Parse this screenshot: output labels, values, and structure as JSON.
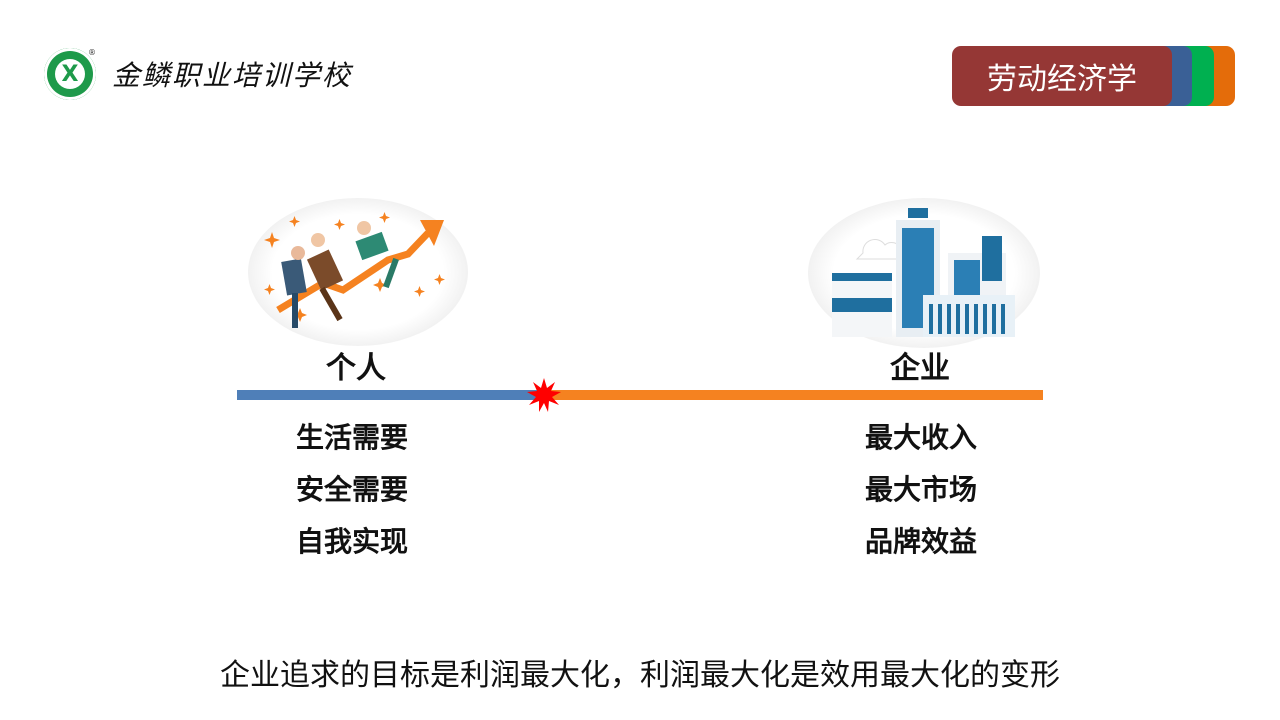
{
  "header": {
    "logo": {
      "school_name": "金鳞职业培训学校",
      "badge_glyph": "X",
      "registered_mark": "®"
    },
    "course_tag": {
      "label": "劳动经济学",
      "colors": {
        "primary": "#953735",
        "layer1": "#3a6096",
        "layer2": "#00b050",
        "layer3": "#e46c0a"
      }
    }
  },
  "comparison": {
    "left": {
      "title": "个人",
      "illustration": "people-climbing-growth-arrow",
      "items": [
        "生活需要",
        "安全需要",
        "自我实现"
      ],
      "bar_color": "#4f7fb8"
    },
    "right": {
      "title": "企业",
      "illustration": "office-buildings",
      "items": [
        "最大收入",
        "最大市场",
        "品牌效益"
      ],
      "bar_color": "#f58220"
    },
    "conflict_marker": {
      "icon": "explosion-burst-icon",
      "color": "#ff0000"
    }
  },
  "caption": "企业追求的目标是利润最大化，利润最大化是效用最大化的变形"
}
